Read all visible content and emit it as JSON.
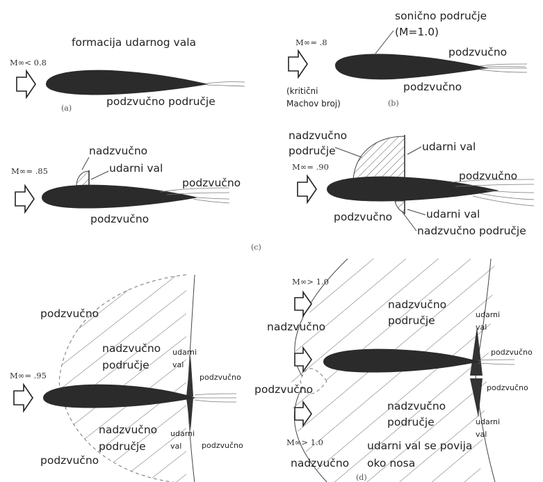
{
  "panel_a": {
    "title": "formacija udarnog vala",
    "mach": "M∞< 0.8",
    "subsonic_label": "podzvučno područje",
    "caption": "(a)"
  },
  "panel_b": {
    "mach": "M∞= .8",
    "sonic_label_line1": "sonično područje",
    "sonic_label_line2": "(M=1.0)",
    "subsonic_right": "podzvučno",
    "subsonic_below": "podzvučno",
    "critical_line1": "(kritični",
    "critical_line2": "Machov broj)",
    "caption": "(b)"
  },
  "panel_c1": {
    "mach": "M∞= .85",
    "supersonic": "nadzvučno",
    "shock": "udarni val",
    "subsonic_right": "podzvučno",
    "subsonic_below": "podzvučno"
  },
  "panel_c2": {
    "mach": "M∞= .90",
    "supersonic_line1": "nadzvučno",
    "supersonic_line2": "područje",
    "shock_top": "udarni val",
    "subsonic_right": "podzvučno",
    "subsonic_below": "podzvučno",
    "shock_bottom": "udarni val",
    "supersonic_bottom": "nadzvučno područje",
    "caption": "(c)"
  },
  "panel_d1": {
    "mach": "M∞= .95",
    "subsonic_top": "podzvučno",
    "supersonic_top_line1": "nadzvučno",
    "supersonic_top_line2": "područje",
    "shock_top_line1": "udarni",
    "shock_top_line2": "val",
    "subsonic_right_top": "podzvučno",
    "supersonic_bottom_line1": "nadzvučno",
    "supersonic_bottom_line2": "područje",
    "shock_bottom_line1": "udarni",
    "shock_bottom_line2": "val",
    "subsonic_right_bottom": "podzvučno",
    "subsonic_bottom": "podzvučno"
  },
  "panel_d2": {
    "mach_top": "M∞> 1.0",
    "mach_bottom": "M∞> 1.0",
    "supersonic_left_top": "nadzvučno",
    "supersonic_center_line1": "nadzvučno",
    "supersonic_center_line2": "područje",
    "shock_top_line1": "udarni",
    "shock_top_line2": "val",
    "subsonic_right_top": "podzvučno",
    "subsonic_left": "podzvučno",
    "subsonic_right_bottom": "podzvučno",
    "supersonic_bottom_line1": "nadzvučno",
    "supersonic_bottom_line2": "područje",
    "shock_bottom_line1": "udarni",
    "shock_bottom_line2": "val",
    "bow_shock": "udarni val se povija",
    "bow_shock_line2": "oko nosa",
    "supersonic_left_bottom": "nadzvučno",
    "caption": "(d)"
  }
}
